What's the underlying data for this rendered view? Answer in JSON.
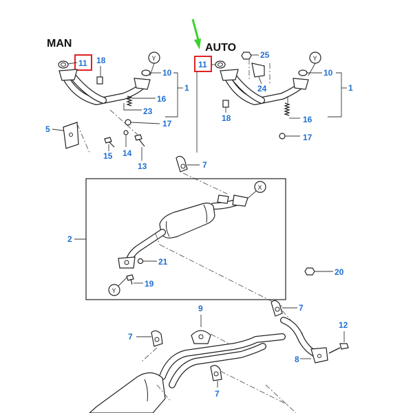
{
  "headings": {
    "manual": "MAN",
    "automatic": "AUTO"
  },
  "reference_marks": {
    "y": "Y",
    "x": "X"
  },
  "callouts": {
    "c1": "1",
    "c2": "2",
    "c5": "5",
    "c7": "7",
    "c8": "8",
    "c9": "9",
    "c10": "10",
    "c11": "11",
    "c12": "12",
    "c13": "13",
    "c14": "14",
    "c15": "15",
    "c16": "16",
    "c17": "17",
    "c18": "18",
    "c19": "19",
    "c20": "20",
    "c21": "21",
    "c23": "23",
    "c24": "24",
    "c25": "25"
  },
  "colors": {
    "callout_blue": "#1f6fd1",
    "highlight_red": "#e02020",
    "arrow_green": "#3bd22c",
    "line": "#222222"
  },
  "highlighted_part": "11"
}
